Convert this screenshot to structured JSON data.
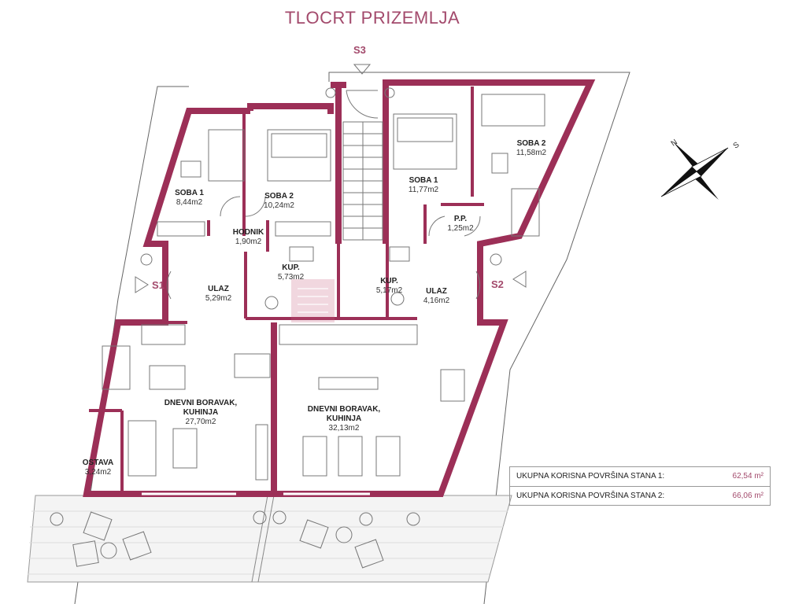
{
  "title": "TLOCRT PRIZEMLJA",
  "sections": {
    "s1": "S1",
    "s2": "S2",
    "s3": "S3"
  },
  "compass": {
    "n": "N",
    "s": "S"
  },
  "rooms": {
    "soba1_a": {
      "name": "SOBA 1",
      "area": "8,44m2"
    },
    "soba2_a": {
      "name": "SOBA 2",
      "area": "10,24m2"
    },
    "hodnik": {
      "name": "HODNIK",
      "area": "1,90m2"
    },
    "ulaz_a": {
      "name": "ULAZ",
      "area": "5,29m2"
    },
    "kup_a": {
      "name": "KUP.",
      "area": "5,73m2"
    },
    "kup_b": {
      "name": "KUP.",
      "area": "5,17m2"
    },
    "ulaz_b": {
      "name": "ULAZ",
      "area": "4,16m2"
    },
    "pp": {
      "name": "P.P.",
      "area": "1,25m2"
    },
    "soba1_b": {
      "name": "SOBA 1",
      "area": "11,77m2"
    },
    "soba2_b": {
      "name": "SOBA 2",
      "area": "11,58m2"
    },
    "dnevni_a": {
      "name1": "DNEVNI BORAVAK,",
      "name2": "KUHINJA",
      "area": "27,70m2"
    },
    "dnevni_b": {
      "name1": "DNEVNI BORAVAK,",
      "name2": "KUHINJA",
      "area": "32,13m2"
    },
    "ostava": {
      "name": "OSTAVA",
      "area": "3,24m2"
    }
  },
  "summary": [
    {
      "label": "UKUPNA  KORISNA POVRŠINA STANA 1:",
      "value": "62,54 m²"
    },
    {
      "label": "UKUPNA  KORISNA POVRŠINA STANA 2:",
      "value": "66,06 m²"
    }
  ],
  "colors": {
    "wall": "#9c2f57",
    "title": "#a34a6c",
    "line": "#888888"
  }
}
